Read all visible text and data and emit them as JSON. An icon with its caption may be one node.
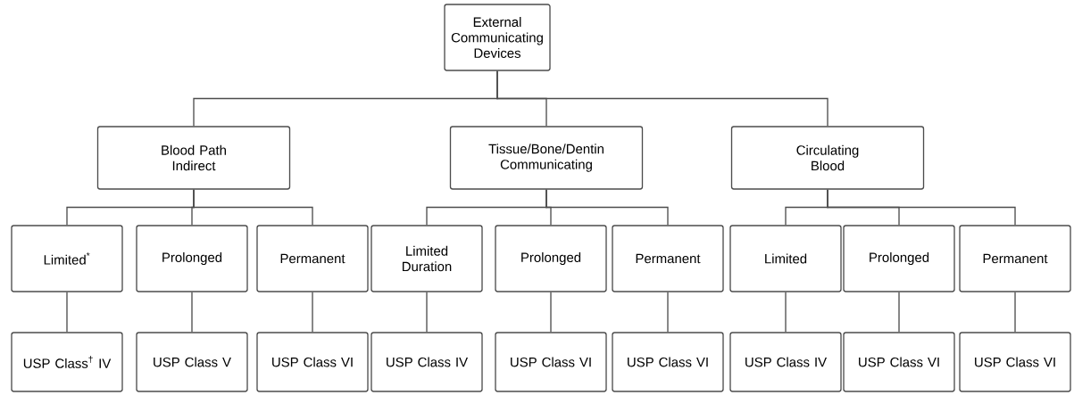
{
  "diagram": {
    "nodes": [
      {
        "text": [
          "External Communicating Devices"
        ]
      },
      {
        "text": [
          "Blood Path Indirect"
        ]
      },
      {
        "text": [
          "Tissue/Bone/Dentin Communicating"
        ]
      },
      {
        "text": [
          "Circulating Blood"
        ]
      },
      {
        "text": [
          "Limited$^{*}$"
        ]
      },
      {
        "text": [
          "Prolonged"
        ]
      },
      {
        "text": [
          "Permanent"
        ]
      },
      {
        "text": [
          "Limited Duration"
        ]
      },
      {
        "text": [
          "Prolonged"
        ]
      },
      {
        "text": [
          "Permanent"
        ]
      },
      {
        "text": [
          "Limited"
        ]
      },
      {
        "text": [
          "Prolonged"
        ]
      },
      {
        "text": [
          "Permanent"
        ]
      },
      {
        "text": [
          "USP Class$^{†}$ IV"
        ]
      },
      {
        "text": [
          "USP Class V"
        ]
      },
      {
        "text": [
          "USP Class VI"
        ]
      },
      {
        "text": [
          "USP Class IV"
        ]
      },
      {
        "text": [
          "USP Class VI"
        ]
      },
      {
        "text": [
          "USP Class VI"
        ]
      },
      {
        "text": [
          "USP Class IV"
        ]
      },
      {
        "text": [
          "USP Class VI"
        ]
      },
      {
        "text": [
          "USP Class VI"
        ]
      }
    ],
    "edges": [
      {
        "from": 0,
        "to": 1,
        "arrow": "none"
      },
      {
        "from": 0,
        "to": 2,
        "arrow": "none"
      },
      {
        "from": 0,
        "to": 3,
        "arrow": "none"
      },
      {
        "from": 1,
        "to": 4,
        "arrow": "none"
      },
      {
        "from": 1,
        "to": 5,
        "arrow": "none"
      },
      {
        "from": 1,
        "to": 6,
        "arrow": "none"
      },
      {
        "from": 2,
        "to": 7,
        "arrow": "none"
      },
      {
        "from": 2,
        "to": 8,
        "arrow": "none"
      },
      {
        "from": 2,
        "to": 9,
        "arrow": "none"
      },
      {
        "from": 3,
        "to": 10,
        "arrow": "none"
      },
      {
        "from": 3,
        "to": 11,
        "arrow": "none"
      },
      {
        "from": 3,
        "to": 12,
        "arrow": "none"
      },
      {
        "from": 4,
        "to": 13,
        "arrow": "none"
      },
      {
        "from": 5,
        "to": 14,
        "arrow": "none"
      },
      {
        "from": 6,
        "to": 15,
        "arrow": "none"
      },
      {
        "from": 7,
        "to": 16,
        "arrow": "none"
      },
      {
        "from": 8,
        "to": 17,
        "arrow": "none"
      },
      {
        "from": 9,
        "to": 18,
        "arrow": "none"
      },
      {
        "from": 10,
        "to": 19,
        "arrow": "none"
      },
      {
        "from": 11,
        "to": 20,
        "arrow": "none"
      },
      {
        "from": 12,
        "to": 21,
        "arrow": "none"
      }
    ]
  }
}
